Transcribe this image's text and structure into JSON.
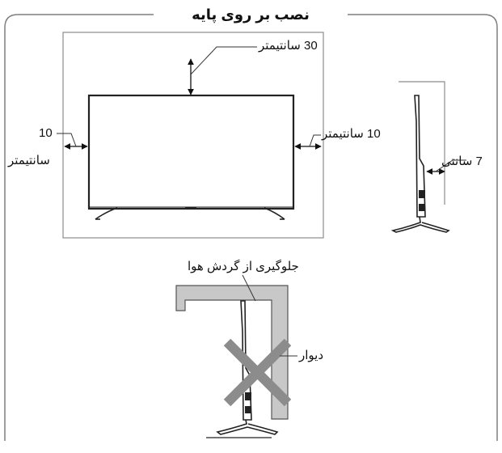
{
  "title": "نصب بر روی پایه",
  "labels": {
    "top_clearance": "30 سانتیمتر",
    "left_value": "10",
    "left_unit": "سانتیمتر",
    "right_clearance": "10 سانتیمتر",
    "side_clearance": "7 سانتی",
    "airflow_blocked": "جلوگیری از گردش هوا",
    "wall": "دیوار"
  },
  "colors": {
    "line": "#333333",
    "frame": "#7f7f7f",
    "wall_fill": "#c8c8c8",
    "cross": "#8c8c8c"
  },
  "icons": [
    "double-arrow-icon",
    "prohibited-cross-icon",
    "tv-stand-icon"
  ]
}
